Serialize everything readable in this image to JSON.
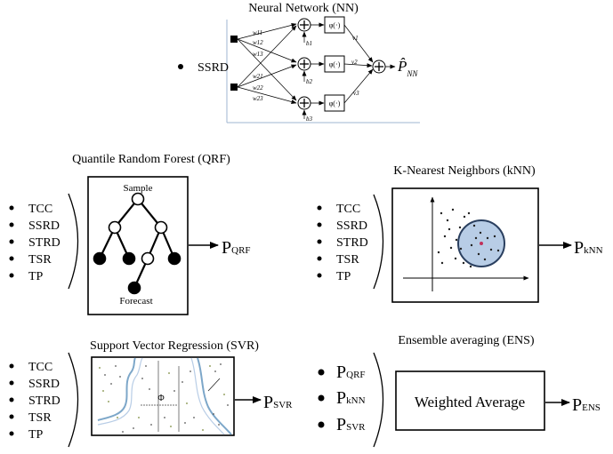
{
  "nn": {
    "title": "Neural Network (NN)",
    "input": "SSRD",
    "weights": [
      "w11",
      "w12",
      "w13",
      "w21",
      "w22",
      "w23"
    ],
    "biases": [
      "b1",
      "b2",
      "b3"
    ],
    "activation": "φ(·)",
    "out_weights": [
      "v1",
      "v2",
      "v3"
    ],
    "output_main": "P̂",
    "output_sub": "NN"
  },
  "qrf": {
    "title": "Quantile Random Forest (QRF)",
    "inputs": [
      "TCC",
      "SSRD",
      "STRD",
      "TSR",
      "TP"
    ],
    "tree_top_label": "Sample",
    "tree_bottom_label": "Forecast",
    "output_main": "P",
    "output_sub": "QRF"
  },
  "knn": {
    "title": "K-Nearest Neighbors (kNN)",
    "inputs": [
      "TCC",
      "SSRD",
      "STRD",
      "TSR",
      "TP"
    ],
    "output_main": "P",
    "output_sub": "kNN"
  },
  "svr": {
    "title": "Support Vector Regression  (SVR)",
    "inputs": [
      "TCC",
      "SSRD",
      "STRD",
      "TSR",
      "TP"
    ],
    "margin_label": "Φ",
    "output_main": "P",
    "output_sub": "SVR"
  },
  "ens": {
    "title": "Ensemble averaging (ENS)",
    "inputs": [
      {
        "main": "P",
        "sub": "QRF"
      },
      {
        "main": "P",
        "sub": "kNN"
      },
      {
        "main": "P",
        "sub": "SVR"
      }
    ],
    "box_label": "Weighted Average",
    "output_main": "P",
    "output_sub": "ENS"
  },
  "colors": {
    "knn_circle_fill": "#b8cde6",
    "knn_circle_stroke": "#2a3f5f",
    "svr_river": "#7da7c9",
    "nn_frame": "#9fb5d0"
  }
}
